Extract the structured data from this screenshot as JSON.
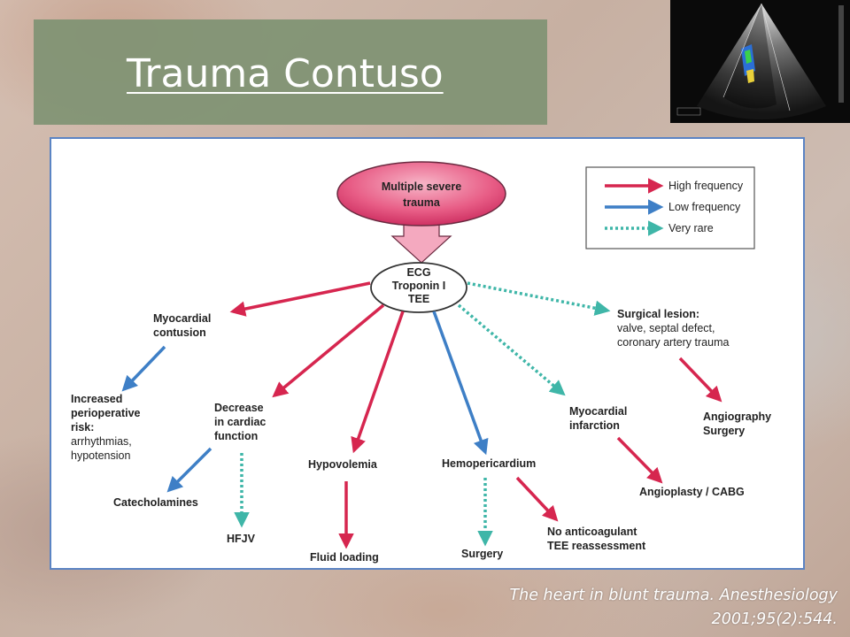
{
  "slide": {
    "title": "Trauma Contuso",
    "citation_line1": "The heart in blunt trauma. Anesthesiology",
    "citation_line2": "2001;95(2):544."
  },
  "colors": {
    "high": "#d6264f",
    "low": "#3e7fc6",
    "rare": "#3fb6a8",
    "title_box": "#7f9273",
    "frame_border": "#5b84c4"
  },
  "diagram": {
    "source_node": [
      "Multiple severe",
      "trauma"
    ],
    "center_node": [
      "ECG",
      "Troponin I",
      "TEE"
    ],
    "legend": {
      "high": "High frequency",
      "low": "Low frequency",
      "rare": "Very rare"
    },
    "nodes": {
      "myocardial_contusion": [
        "Myocardial",
        "contusion"
      ],
      "increased_risk_title": [
        "Increased",
        "perioperative",
        "risk:"
      ],
      "increased_risk_detail": [
        "arrhythmias,",
        "hypotension"
      ],
      "catecholamines": "Catecholamines",
      "decrease_cardiac": [
        "Decrease",
        "in cardiac",
        "function"
      ],
      "hfjv": "HFJV",
      "hypovolemia": "Hypovolemia",
      "fluid_loading": "Fluid loading",
      "hemopericardium": "Hemopericardium",
      "surgery_bottom": "Surgery",
      "no_anticoagulant": [
        "No anticoagulant",
        "TEE reassessment"
      ],
      "myocardial_infarction": [
        "Myocardial",
        "infarction"
      ],
      "angioplasty": "Angioplasty / CABG",
      "surgical_lesion_title": "Surgical lesion:",
      "surgical_lesion_detail": [
        "valve, septal defect,",
        "coronary artery trauma"
      ],
      "angiography": [
        "Angiography",
        "Surgery"
      ]
    }
  }
}
